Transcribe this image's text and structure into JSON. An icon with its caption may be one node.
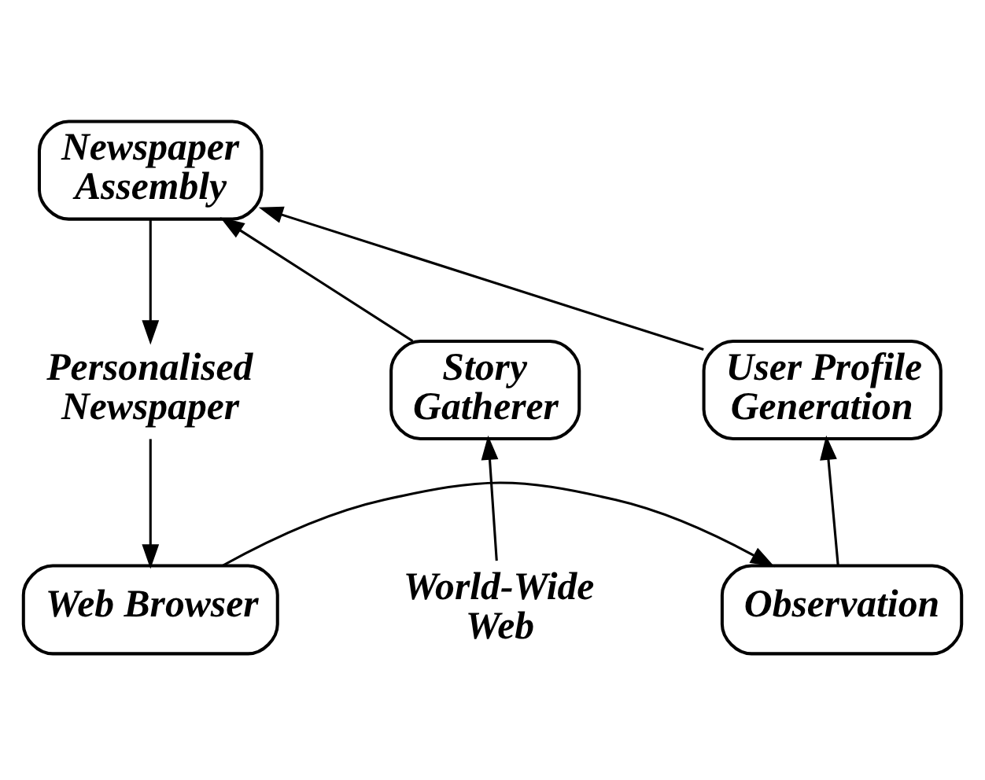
{
  "diagram": {
    "nodes": [
      {
        "text": [
          "Newspaper Assembly"
        ]
      },
      {
        "text": [
          "Story Gatherer"
        ]
      },
      {
        "text": [
          "Personalised Newspaper"
        ]
      },
      {
        "text": [
          "User Profile Generation"
        ]
      },
      {
        "text": [
          "World-Wide Web"
        ]
      },
      {
        "text": [
          "Web Browser"
        ]
      },
      {
        "text": [
          "Observation"
        ]
      }
    ],
    "edges": [
      {
        "from": 4,
        "to": 1,
        "arrow": "to"
      },
      {
        "from": 1,
        "to": 0,
        "arrow": "to"
      },
      {
        "from": 3,
        "to": 0,
        "arrow": "to"
      },
      {
        "from": 0,
        "to": 2,
        "arrow": "to"
      },
      {
        "from": 2,
        "to": 5,
        "arrow": "to"
      },
      {
        "from": 5,
        "to": 6,
        "arrow": "to"
      },
      {
        "from": 6,
        "to": 3,
        "arrow": "to"
      }
    ]
  }
}
